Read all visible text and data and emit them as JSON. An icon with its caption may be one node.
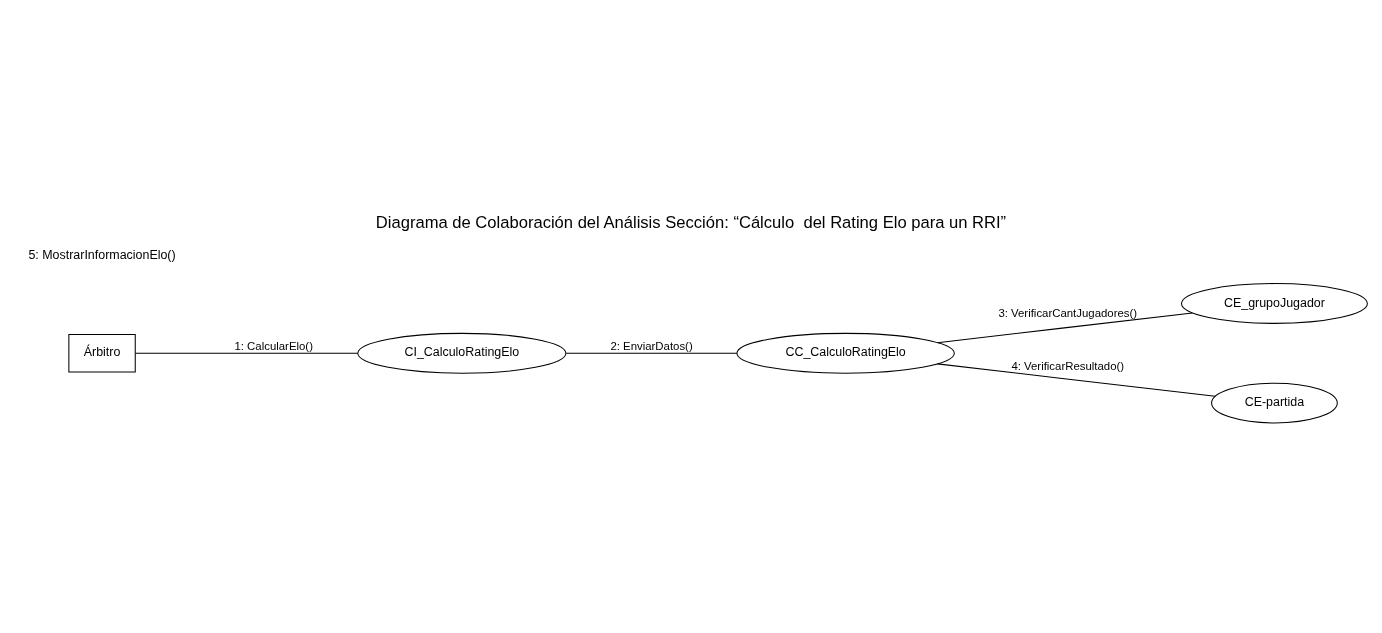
{
  "diagram": {
    "title": "Diagrama de Colaboración del Análisis Sección: “Cálculo  del Rating Elo para un RRI”",
    "nodes": [
      {
        "text": [
          "Árbitro"
        ]
      },
      {
        "text": [
          "CI_CalculoRatingElo"
        ]
      },
      {
        "text": [
          "CC_CalculoRatingElo"
        ]
      },
      {
        "text": [
          "CE_grupoJugador"
        ]
      },
      {
        "text": [
          "CE-partida"
        ]
      }
    ],
    "edges": [
      {
        "from": 0,
        "to": 1,
        "arrow": "none",
        "label": "1: CalcularElo()"
      },
      {
        "from": 1,
        "to": 2,
        "arrow": "none",
        "label": "2: EnviarDatos()"
      },
      {
        "from": 2,
        "to": 3,
        "arrow": "none",
        "label": "3: VerificarCantJugadores()"
      },
      {
        "from": 2,
        "to": 4,
        "arrow": "none",
        "label": "4: VerificarResultado()"
      }
    ],
    "labels": [
      "5: MostrarInformacionElo()"
    ]
  }
}
